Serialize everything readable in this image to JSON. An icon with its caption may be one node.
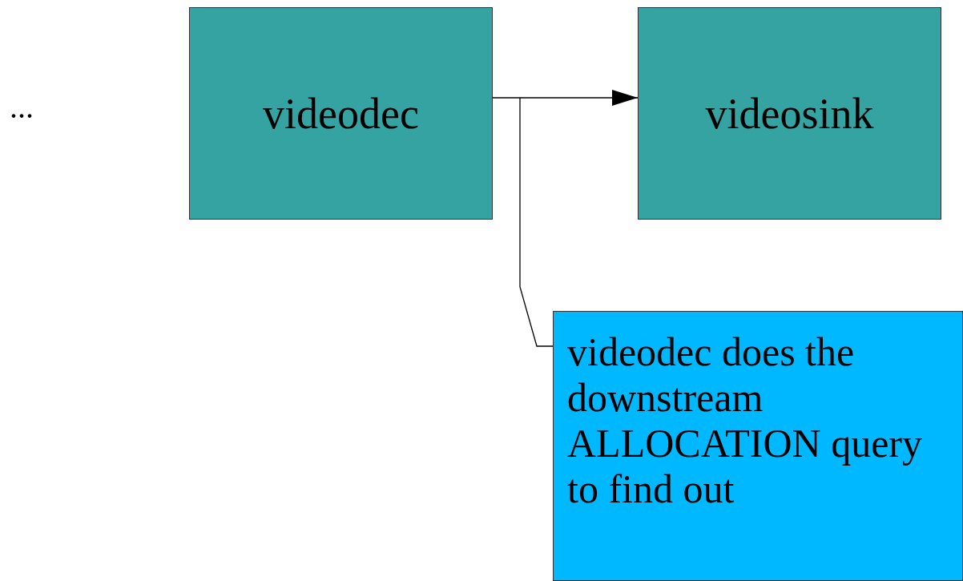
{
  "diagram": {
    "nodes": [
      {
        "text": [
          "videodec"
        ]
      },
      {
        "text": [
          "videosink"
        ]
      },
      {
        "text": [
          "videodec does the downstream ALLOCATION query to find out"
        ]
      }
    ],
    "edges": [
      {
        "from": 0,
        "to": 1,
        "arrow": "to"
      },
      {
        "from": 2,
        "to": null,
        "arrow": "none"
      }
    ],
    "labels": [
      "..."
    ]
  }
}
